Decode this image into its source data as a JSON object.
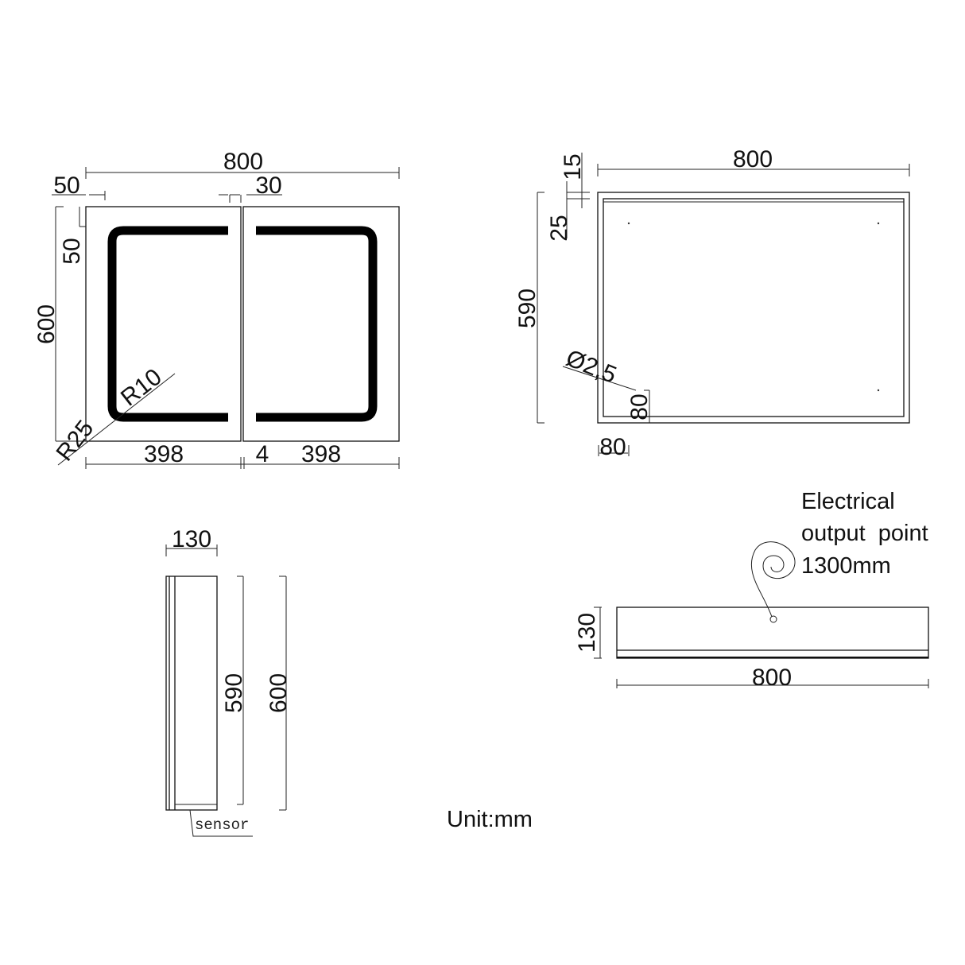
{
  "front_view": {
    "width_total": "800",
    "left_margin": "50",
    "gap_margin": "30",
    "top_margin": "50",
    "height_total": "600",
    "outer_radius": "R25",
    "inner_radius": "R10",
    "door_left_width": "398",
    "door_gap": "4",
    "door_right_width": "398"
  },
  "back_view": {
    "width": "800",
    "top_offset_1": "15",
    "top_offset_2": "25",
    "height": "590",
    "hole_diameter": "Ø2,5",
    "hole_offset_vertical": "80",
    "hole_offset_horizontal": "80"
  },
  "side_view": {
    "depth": "130",
    "inner_height": "590",
    "outer_height": "600",
    "sensor_label": "sensor"
  },
  "top_view": {
    "depth": "130",
    "width": "800",
    "electrical_note_line1": "Electrical",
    "electrical_note_line2": "output  point",
    "electrical_note_line3": "1300mm"
  },
  "unit_label": "Unit:mm"
}
